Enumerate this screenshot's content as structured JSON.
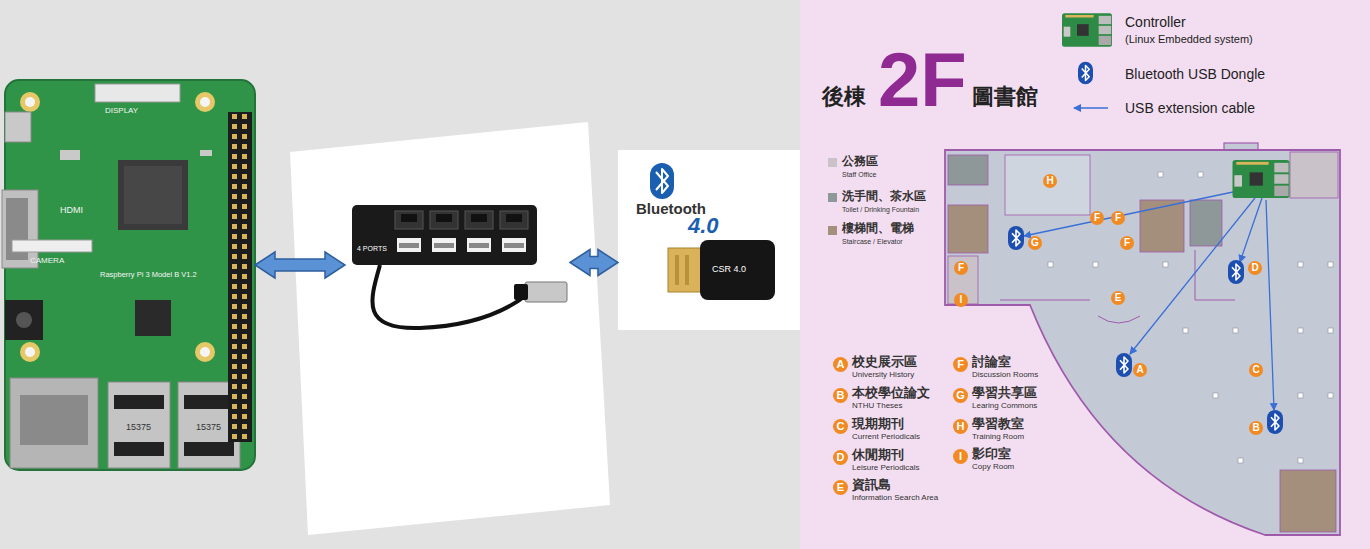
{
  "diagram": {
    "title": "2F",
    "nodes": [
      {
        "text": [
          "Raspberry Pi 3 Model B V1.2",
          "DISPLAY",
          "CAMERA",
          "HDMI",
          "15375",
          "15375"
        ]
      },
      {
        "text": [
          "4 PORTS"
        ]
      },
      {
        "text": [
          "Bluetooth",
          "4.0",
          "CSR 4.0"
        ]
      },
      {
        "text": [
          "H"
        ]
      },
      {
        "text": [
          "F"
        ]
      },
      {
        "text": [
          "F"
        ]
      },
      {
        "text": [
          "G"
        ]
      },
      {
        "text": [
          "F"
        ]
      },
      {
        "text": [
          "F"
        ]
      },
      {
        "text": [
          "D"
        ]
      },
      {
        "text": [
          "E"
        ]
      },
      {
        "text": [
          "I"
        ]
      },
      {
        "text": [
          "A"
        ]
      },
      {
        "text": [
          "C"
        ]
      },
      {
        "text": [
          "B"
        ]
      },
      {
        "text": [
          "A",
          "校史展示區",
          "University History"
        ]
      },
      {
        "text": [
          "B",
          "本校學位論文",
          "NTHU Theses"
        ]
      },
      {
        "text": [
          "C",
          "現期期刊",
          "Current Periodicals"
        ]
      },
      {
        "text": [
          "D",
          "休閒期刊",
          "Leisure Periodicals"
        ]
      },
      {
        "text": [
          "E",
          "資訊島",
          "Information Search Area"
        ]
      },
      {
        "text": [
          "F",
          "討論室",
          "Discussion Rooms"
        ]
      },
      {
        "text": [
          "G",
          "學習共享區",
          "Learing Commons"
        ]
      },
      {
        "text": [
          "H",
          "學習教室",
          "Training Room"
        ]
      },
      {
        "text": [
          "I",
          "影印室",
          "Copy Room"
        ]
      }
    ],
    "edges": [
      {
        "from": 0,
        "to": 1,
        "arrow": "both"
      },
      {
        "from": 1,
        "to": 2,
        "arrow": "both"
      }
    ],
    "labels": [
      "後棟",
      "圖書館",
      "(Linux Embedded system)",
      "Staff Office",
      "Toilet / Drinking Fountain",
      "Staircase / Elevator"
    ],
    "legend": [
      {
        "text": "Controller"
      },
      {
        "text": "Bluetooth USB Dongle"
      },
      {
        "text": "USB extension cable"
      },
      {
        "text": "公務區",
        "color": "#c9c3c9"
      },
      {
        "text": "洗手間、茶水區",
        "color": "#8e9898"
      },
      {
        "text": "樓梯間、電梯",
        "color": "#a38f7c"
      }
    ]
  }
}
